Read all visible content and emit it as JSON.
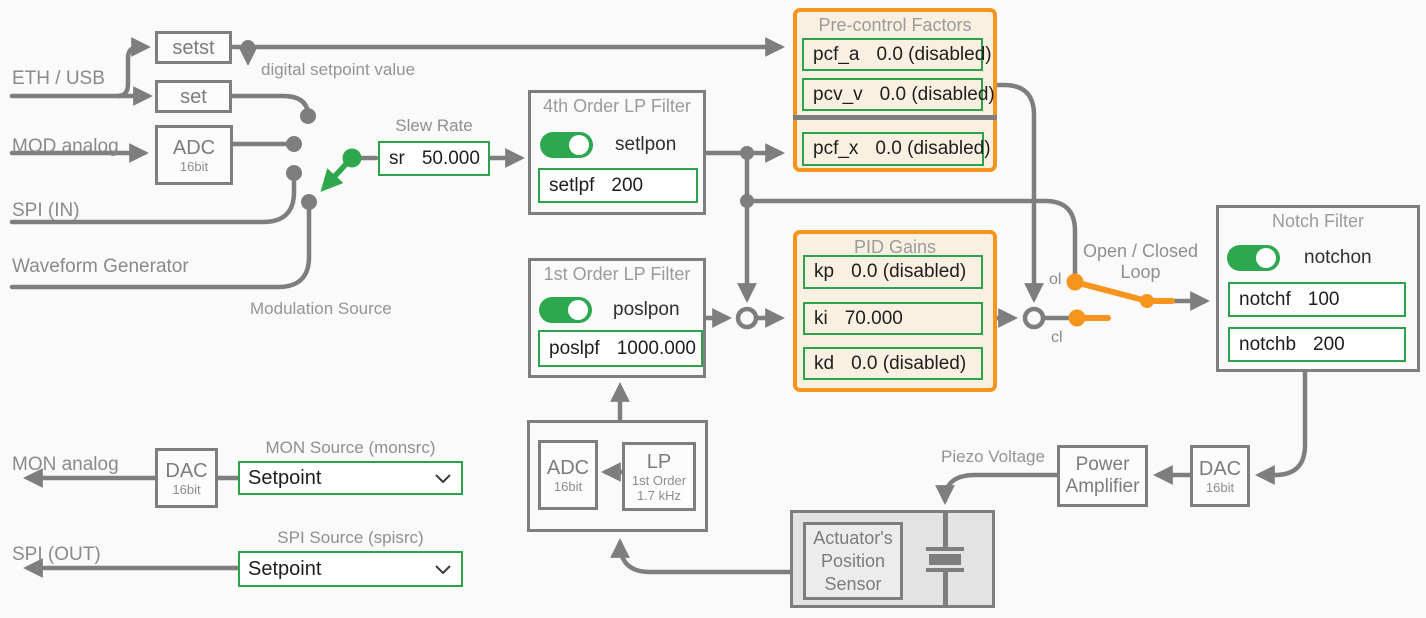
{
  "colors": {
    "background": "#fafafa",
    "wire_gray": "#7e7e7e",
    "accent_green": "#2ea84e",
    "field_border_green": "#2ca24b",
    "accent_orange": "#f7941d",
    "orange_panel_bg": "#faf0e2",
    "label_gray": "#8a8a8a",
    "value_text": "#1e1e1e"
  },
  "icons": [
    "chevron-down-icon",
    "toggle-on-icon",
    "switch-arrow-icon"
  ],
  "sources": {
    "eth_usb_label": "ETH / USB",
    "setst_label": "setst",
    "set_label": "set",
    "digital_setpoint_label": "digital setpoint value",
    "mod_analog_label": "MOD analog",
    "adc_label": "ADC",
    "adc_bits": "16bit",
    "spi_in_label": "SPI (IN)",
    "waveform_label": "Waveform Generator",
    "modulation_source_label": "Modulation Source"
  },
  "slew_rate": {
    "title": "Slew Rate",
    "param": "sr",
    "value": "50.000"
  },
  "setpoint_lp_filter": {
    "title": "4th Order LP Filter",
    "toggle": "setlpon",
    "toggle_state": "on",
    "param": "setlpf",
    "value": "200"
  },
  "position_lp_filter": {
    "title": "1st Order LP Filter",
    "toggle": "poslpon",
    "toggle_state": "on",
    "param": "poslpf",
    "value": "1000.000"
  },
  "precontrol": {
    "title": "Pre-control Factors",
    "fields": [
      {
        "param": "pcf_a",
        "value": "0.0 (disabled)"
      },
      {
        "param": "pcv_v",
        "value": "0.0 (disabled)"
      },
      {
        "param": "pcf_x",
        "value": "0.0 (disabled)"
      }
    ]
  },
  "pid": {
    "title": "PID Gains",
    "fields": [
      {
        "param": "kp",
        "value": "0.0 (disabled)"
      },
      {
        "param": "ki",
        "value": "70.000"
      },
      {
        "param": "kd",
        "value": "0.0 (disabled)"
      }
    ]
  },
  "notch_filter": {
    "title": "Notch Filter",
    "toggle": "notchon",
    "toggle_state": "on",
    "fields": [
      {
        "param": "notchf",
        "value": "100"
      },
      {
        "param": "notchb",
        "value": "200"
      }
    ]
  },
  "loop_switch": {
    "label_line1": "Open / Closed",
    "label_line2": "Loop",
    "open_label": "ol",
    "closed_label": "cl",
    "selected": "ol"
  },
  "sensor_path": {
    "adc_label": "ADC",
    "adc_bits": "16bit",
    "lp_label": "LP",
    "lp_order": "1st Order",
    "lp_cutoff": "1.7 kHz"
  },
  "output_path": {
    "piezo_voltage_label": "Piezo Voltage",
    "amp_line1": "Power",
    "amp_line2": "Amplifier",
    "dac_label": "DAC",
    "dac_bits": "16bit"
  },
  "actuator": {
    "line1": "Actuator's",
    "line2": "Position",
    "line3": "Sensor"
  },
  "mon_out": {
    "port_label": "MON analog",
    "dac_label": "DAC",
    "dac_bits": "16bit",
    "source_title": "MON Source (monsrc)",
    "selected": "Setpoint"
  },
  "spi_out": {
    "port_label": "SPI (OUT)",
    "source_title": "SPI Source (spisrc)",
    "selected": "Setpoint"
  }
}
